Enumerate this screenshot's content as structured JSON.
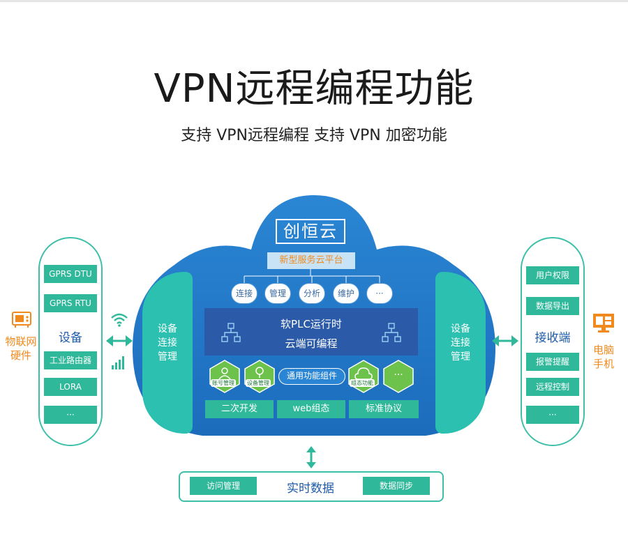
{
  "title": "VPN远程编程功能",
  "subtitle": "支持 VPN远程编程  支持 VPN 加密功能",
  "left_panel": {
    "items_top": [
      "GPRS DTU",
      "GPRS RTU"
    ],
    "label": "设备",
    "items_bottom": [
      "工业路由器",
      "LORA",
      "···"
    ],
    "device_caption_line1": "物联网",
    "device_caption_line2": "硬件"
  },
  "right_panel": {
    "items_top": [
      "用户权限",
      "数据导出"
    ],
    "label": "接收端",
    "items_bottom": [
      "报警提醒",
      "远程控制",
      "···"
    ],
    "device_caption_line1": "电脑",
    "device_caption_line2": "手机"
  },
  "cloud": {
    "brand": "创恒云",
    "platform": "新型服务云平台",
    "services": [
      "连接",
      "管理",
      "分析",
      "维护",
      "···"
    ],
    "core_line1": "软PLC运行时",
    "core_line2": "云端可编程",
    "side_left": [
      "设备",
      "连接",
      "管理"
    ],
    "side_right": [
      "设备",
      "连接",
      "管理"
    ],
    "hex_items": [
      "账号管理",
      "设备管理",
      "组态功能",
      "···"
    ],
    "components_label": "通用功能组件",
    "bottom_items": [
      "二次开发",
      "web组态",
      "标准协议"
    ]
  },
  "bottom_panel": {
    "left_btn": "访问管理",
    "label": "实时数据",
    "right_btn": "数据同步"
  },
  "colors": {
    "cloud_blue": "#1f78c8",
    "inner_blue": "#2a5aa8",
    "teal": "#2fb99a",
    "hex_green": "#6cc24a",
    "orange": "#f08a1e",
    "label_blue": "#1e5ba8"
  }
}
